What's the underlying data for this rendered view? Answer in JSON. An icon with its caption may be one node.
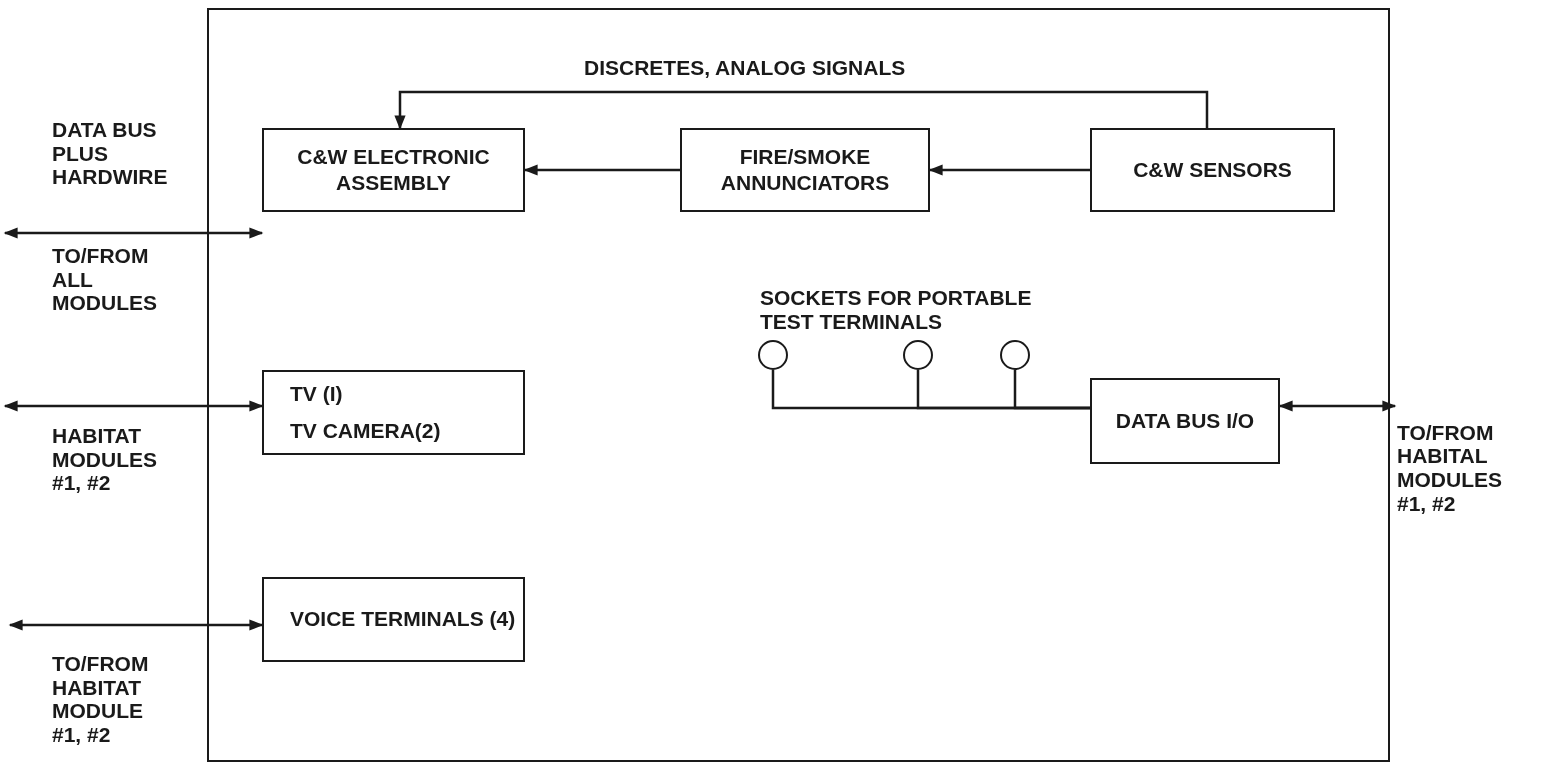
{
  "diagram": {
    "nodes": [
      {
        "text": [],
        "shape": "box"
      },
      {
        "text": [
          "C&W ELECTRONIC ASSEMBLY"
        ],
        "in": 0
      },
      {
        "text": [
          "FIRE/SMOKE ANNUNCIATORS"
        ],
        "in": 0
      },
      {
        "text": [
          "C&W SENSORS"
        ],
        "in": 0
      },
      {
        "text": [
          "TV (I)",
          "TV CAMERA(2)"
        ],
        "in": 0
      },
      {
        "text": [
          "VOICE TERMINALS (4)"
        ],
        "in": 0
      },
      {
        "text": [
          "DATA BUS I/O"
        ],
        "in": 0
      },
      {
        "text": [],
        "shape": "circle",
        "in": 0
      },
      {
        "text": [],
        "shape": "circle",
        "in": 0
      },
      {
        "text": [],
        "shape": "circle",
        "in": 0
      },
      {
        "text": [
          "TO/FROM HABITAL MODULES #1, #2"
        ]
      }
    ],
    "edges": [
      {
        "from": null,
        "to": 1,
        "arrow": "both"
      },
      {
        "from": 2,
        "to": 1,
        "arrow": "to"
      },
      {
        "from": 3,
        "to": 2,
        "arrow": "to"
      },
      {
        "from": 3,
        "to": 1,
        "arrow": "to",
        "label": "DISCRETES, ANALOG SIGNALS"
      },
      {
        "from": null,
        "to": 4,
        "arrow": "both"
      },
      {
        "from": null,
        "to": 5,
        "arrow": "both"
      },
      {
        "from": 6,
        "to": 10,
        "arrow": "both"
      },
      {
        "from": 7,
        "to": 6,
        "arrow": "none"
      },
      {
        "from": 8,
        "to": 6,
        "arrow": "none"
      },
      {
        "from": 9,
        "to": 6,
        "arrow": "none"
      }
    ],
    "labels": [
      "DATA BUS PLUS HARDWIRE",
      "TO/FROM ALL MODULES",
      "SOCKETS FOR PORTABLE TEST TERMINALS",
      "HABITAT MODULES #1, #2",
      "TO/FROM HABITAT MODULE #1, #2"
    ]
  }
}
